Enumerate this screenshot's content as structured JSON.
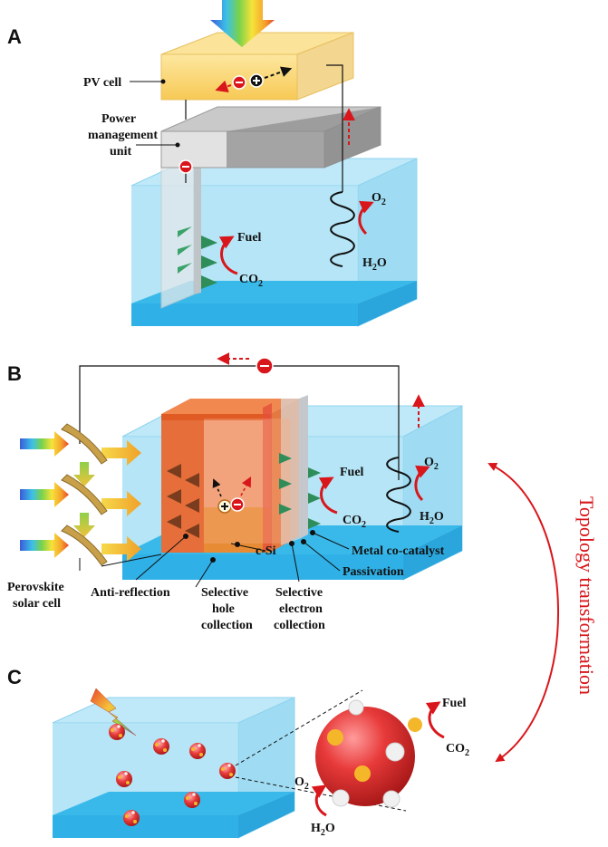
{
  "panels": {
    "a": "A",
    "b": "B",
    "c": "C"
  },
  "panel_a": {
    "pv_cell": "PV cell",
    "pmu_line1": "Power",
    "pmu_line2": "management",
    "pmu_line3": "unit",
    "fuel": "Fuel",
    "co2": "CO",
    "co2_sub": "2",
    "o2": "O",
    "o2_sub": "2",
    "h2o_pre": "H",
    "h2o_sub": "2",
    "h2o_post": "O"
  },
  "panel_b": {
    "fuel": "Fuel",
    "co2": "CO",
    "co2_sub": "2",
    "o2": "O",
    "o2_sub": "2",
    "h2o_pre": "H",
    "h2o_sub": "2",
    "h2o_post": "O",
    "metal": "Metal co-catalyst",
    "passivation": "Passivation",
    "csi": "c-Si",
    "perovskite_line1": "Perovskite",
    "perovskite_line2": "solar cell",
    "anti_reflection": "Anti-reflection",
    "hole_line1": "Selective",
    "hole_line2": "hole",
    "hole_line3": "collection",
    "electron_line1": "Selective",
    "electron_line2": "electron",
    "electron_line3": "collection"
  },
  "panel_c": {
    "fuel": "Fuel",
    "co2": "CO",
    "co2_sub": "2",
    "o2": "O",
    "o2_sub": "2",
    "h2o_pre": "H",
    "h2o_sub": "2",
    "h2o_post": "O"
  },
  "topology": "Topology transformation"
}
